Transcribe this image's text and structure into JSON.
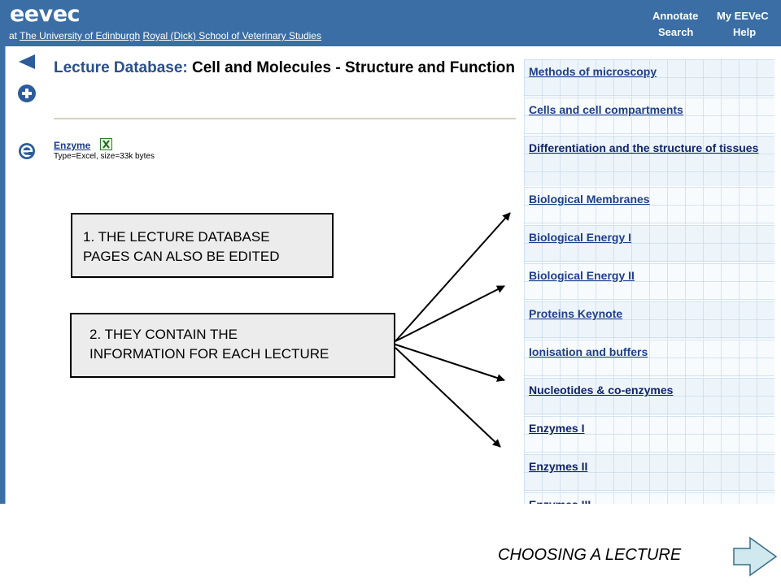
{
  "header": {
    "logo": "eevec",
    "subtitle_prefix": "at ",
    "university_link": "The University of Edinburgh",
    "school_link": "Royal (Dick) School of Veterinary Studies",
    "nav": {
      "annotate": "Annotate",
      "my_eevec": "My EEVeC",
      "search": "Search",
      "help": "Help"
    }
  },
  "page": {
    "title_prefix": "Lecture Database:",
    "title_main": "Cell and Molecules - Structure and Function"
  },
  "resource": {
    "link": "Enzyme",
    "meta": "Type=Excel, size=33k bytes",
    "icons": [
      "back-arrow-icon",
      "add-icon",
      "internet-explorer-icon",
      "excel-file-icon"
    ]
  },
  "lectures": [
    "Methods of microscopy",
    "Cells and cell compartments",
    "Differentiation and the structure of tissues",
    "Biological Membranes",
    "Biological Energy I",
    "Biological Energy II",
    "Proteins Keynote",
    "Ionisation and buffers",
    "Nucleotides & co-enzymes",
    "Enzymes I",
    "Enzymes II",
    "Enzymes III"
  ],
  "callouts": {
    "first_line1": "1. THE LECTURE DATABASE",
    "first_line2": "PAGES CAN ALSO BE EDITED",
    "second_line1": "2. THEY CONTAIN THE",
    "second_line2": "INFORMATION FOR EACH LECTURE"
  },
  "footer": {
    "caption": "CHOOSING A LECTURE",
    "next_icon": "next-slide-arrow-icon"
  },
  "colors": {
    "header_bg": "#3a6ea5",
    "link_blue": "#1f3f8a",
    "list_bg": "#edf5fb",
    "callout_bg": "#ececec"
  }
}
